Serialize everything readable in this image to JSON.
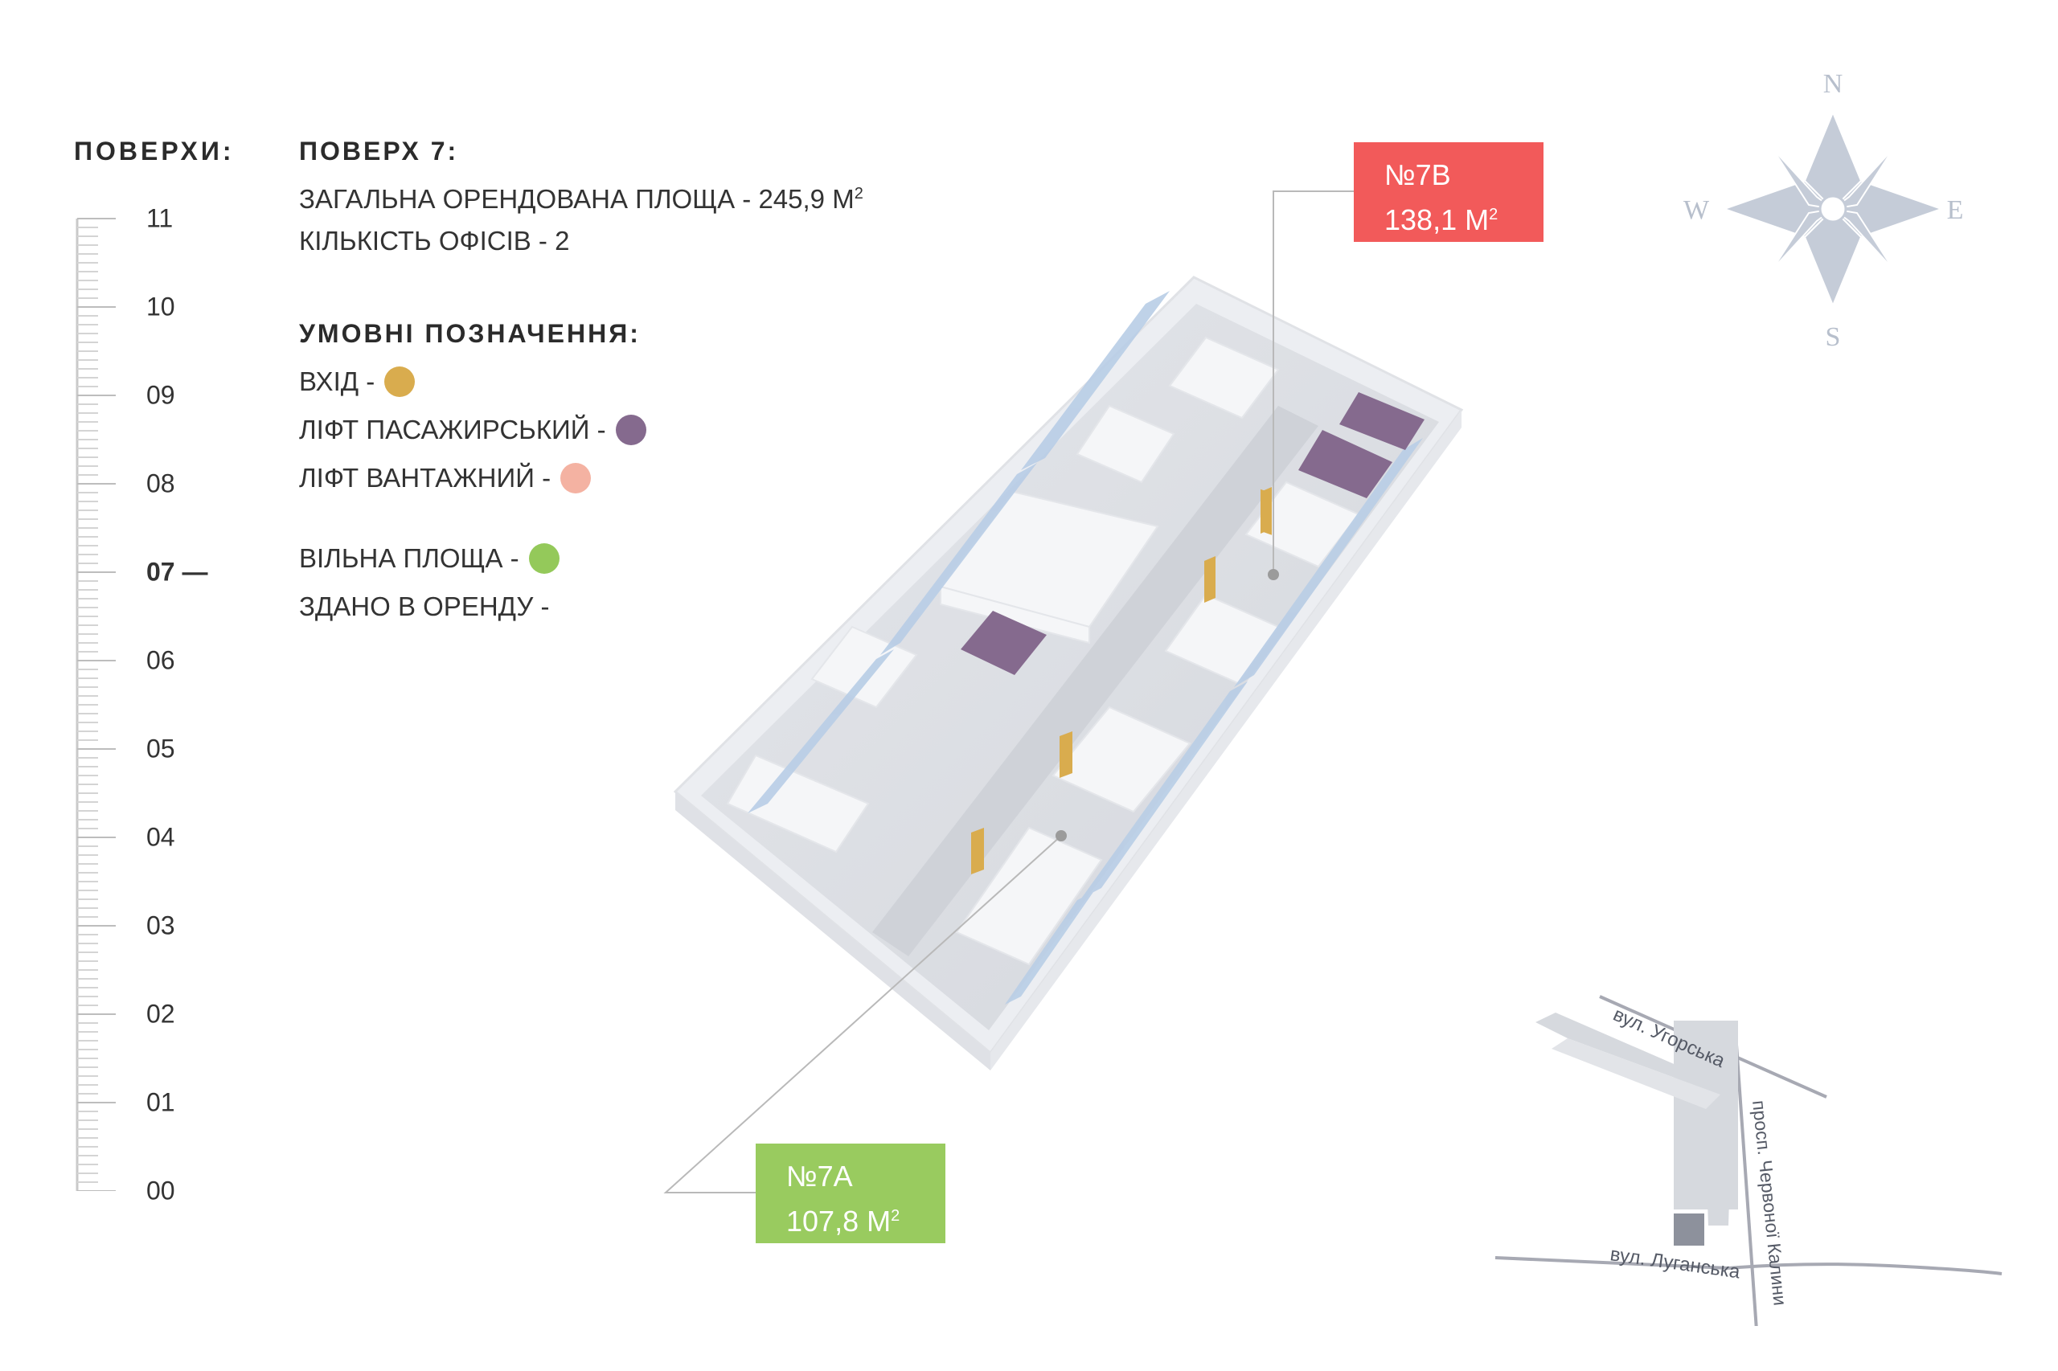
{
  "floors_title": "ПОВЕРХИ:",
  "floors": [
    "11",
    "10",
    "09",
    "08",
    "07",
    "06",
    "05",
    "04",
    "03",
    "02",
    "01",
    "00"
  ],
  "active_floor": "07",
  "active_floor_marker": "—",
  "info": {
    "floor_heading": "ПОВЕРХ 7:",
    "total_area": "ЗАГАЛЬНА ОРЕНДОВАНА ПЛОЩА - 245,9 М",
    "area_superscript": "2",
    "office_count": "КІЛЬКІСТЬ ОФІСІВ - 2"
  },
  "legend": {
    "title": "УМОВНІ ПОЗНАЧЕННЯ:",
    "items": [
      {
        "label": "ВХІД -",
        "color": "#d9ac4e"
      },
      {
        "label": "ЛІФТ ПАСАЖИРСЬКИЙ -",
        "color": "#856a8e"
      },
      {
        "label": "ЛІФТ ВАНТАЖНИЙ -",
        "color": "#f4b2a2"
      },
      {
        "label": "ВІЛЬНА ПЛОЩА -",
        "color": "#94c95a"
      },
      {
        "label": "ЗДАНО В ОРЕНДУ -",
        "color": ""
      }
    ]
  },
  "units": [
    {
      "number": "№7В",
      "area": "138,1 М",
      "sup": "2",
      "status_color": "#f25a5a"
    },
    {
      "number": "№7А",
      "area": "107,8 М",
      "sup": "2",
      "status_color": "#99cb5f"
    }
  ],
  "compass": {
    "n": "N",
    "s": "S",
    "e": "E",
    "w": "W"
  },
  "streets": [
    "вул. Угорська",
    "просп. Червоної Калини",
    "вул. Луганська"
  ],
  "colors": {
    "entrance": "#d9ac4e",
    "passenger_lift": "#856a8e",
    "rented": "#f25a5a",
    "free": "#99cb5f"
  }
}
